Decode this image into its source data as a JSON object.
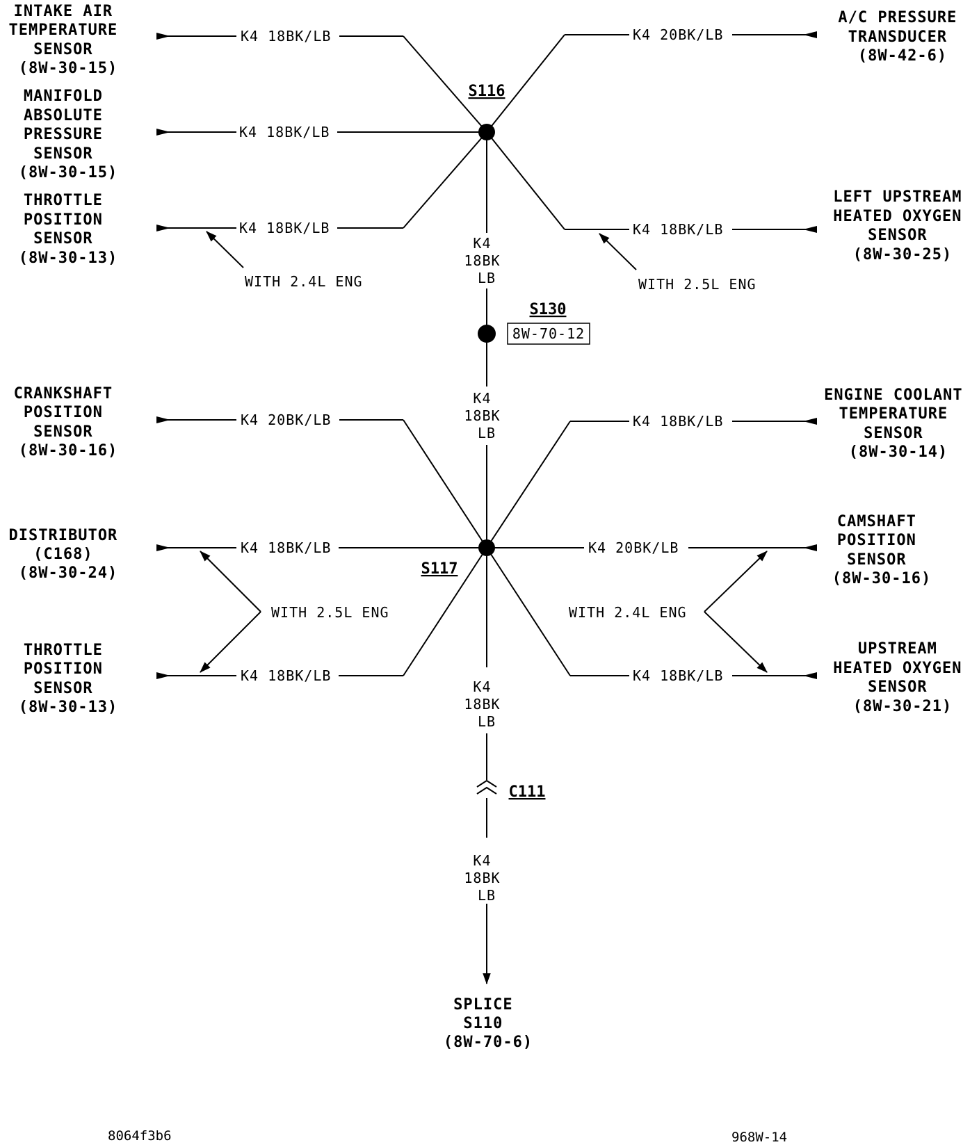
{
  "components": {
    "intake_air": [
      "INTAKE AIR",
      "TEMPERATURE",
      "SENSOR",
      "(8W-30-15)"
    ],
    "map_sensor": [
      "MANIFOLD",
      "ABSOLUTE",
      "PRESSURE",
      "SENSOR",
      "(8W-30-15)"
    ],
    "tps_upper": [
      "THROTTLE",
      "POSITION",
      "SENSOR",
      "(8W-30-13)"
    ],
    "ac_pressure": [
      "A/C PRESSURE",
      "TRANSDUCER",
      "(8W-42-6)"
    ],
    "left_o2": [
      "LEFT UPSTREAM",
      "HEATED OXYGEN",
      "SENSOR",
      "(8W-30-25)"
    ],
    "crank": [
      "CRANKSHAFT",
      "POSITION",
      "SENSOR",
      "(8W-30-16)"
    ],
    "distributor": [
      "DISTRIBUTOR",
      "(C168)",
      "(8W-30-24)"
    ],
    "tps_lower": [
      "THROTTLE",
      "POSITION",
      "SENSOR",
      "(8W-30-13)"
    ],
    "ect": [
      "ENGINE COOLANT",
      "TEMPERATURE",
      "SENSOR",
      "(8W-30-14)"
    ],
    "cam": [
      "CAMSHAFT",
      "POSITION",
      "SENSOR",
      "(8W-30-16)"
    ],
    "upstream_o2": [
      "UPSTREAM",
      "HEATED OXYGEN",
      "SENSOR",
      "(8W-30-21)"
    ],
    "splice_s110": [
      "SPLICE",
      "S110",
      "(8W-70-6)"
    ]
  },
  "wires": {
    "w_intake": "K4 18BK/LB",
    "w_map": "K4 18BK/LB",
    "w_tps_upper": "K4 18BK/LB",
    "w_ac": "K4 20BK/LB",
    "w_left_o2": "K4 18BK/LB",
    "w_crank": "K4 20BK/LB",
    "w_dist": "K4 18BK/LB",
    "w_tps_lower": "K4 18BK/LB",
    "w_ect": "K4 18BK/LB",
    "w_cam": "K4 20BK/LB",
    "w_up_o2": "K4 18BK/LB",
    "trunk1": [
      "K4",
      "18BK",
      "LB"
    ],
    "trunk2": [
      "K4",
      "18BK",
      "LB"
    ],
    "trunk3": [
      "K4",
      "18BK",
      "LB"
    ],
    "trunk4": [
      "K4",
      "18BK",
      "LB"
    ]
  },
  "notes": {
    "n1": "WITH 2.4L ENG",
    "n2": "WITH 2.5L ENG",
    "n3": "WITH 2.5L ENG",
    "n4": "WITH 2.4L ENG"
  },
  "splices": {
    "s116": "S116",
    "s130": "S130",
    "s130_ref": "8W-70-12",
    "s117": "S117",
    "c111": "C111"
  },
  "footer": {
    "left": "8064f3b6",
    "right": "968W-14"
  }
}
